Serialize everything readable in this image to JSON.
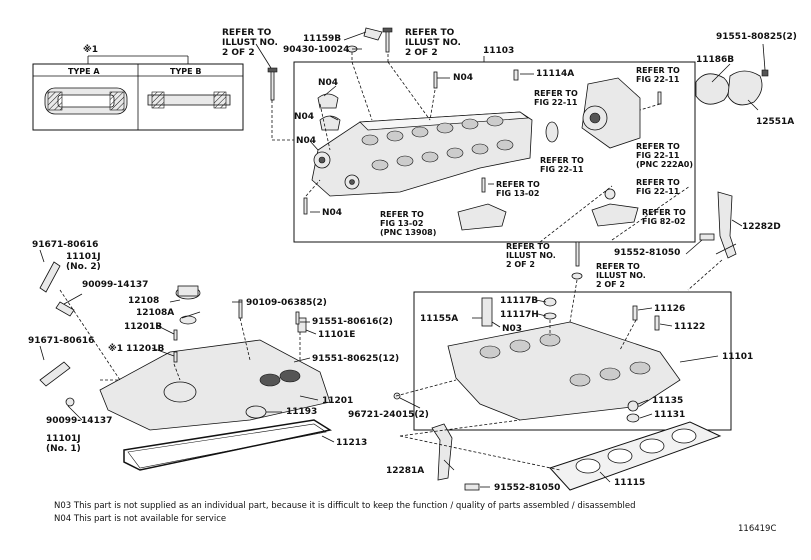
{
  "legend": {
    "marker": "※1",
    "type_a": "TYPE A",
    "type_b": "TYPE B"
  },
  "labels": {
    "refer_illust_top": "REFER TO\nILLUST NO.\n2 OF 2",
    "refer_illust_top2": "REFER TO\nILLUST NO.\n2 OF 2",
    "p11159b": "11159B",
    "p90430": "90430-10024",
    "p11103": "11103",
    "p91551_80825": "91551-80825(2)",
    "p11186b": "11186B",
    "p12551a": "12551A",
    "n04_a": "N04",
    "n04_b": "N04",
    "n04_c": "N04",
    "n04_d": "N04",
    "p11114a": "11114A",
    "refer_fig_2211_a": "REFER TO\nFIG 22-11",
    "refer_fig_2211_b": "REFER TO\nFIG 22-11",
    "refer_fig_2211_c": "REFER TO\nFIG 22-11",
    "refer_fig_2211_d": "REFER TO\nFIG 22-11\n(PNC 222A0)",
    "refer_fig_2211_e": "REFER TO\nFIG 22-11",
    "refer_fig_1302": "REFER TO\nFIG 13-02",
    "refer_fig_1302_pnc": "REFER TO\nFIG 13-02\n(PNC 13908)",
    "refer_fig_8202": "REFER TO\nFIG 82-02",
    "p12282d": "12282D",
    "p91552_81050_a": "91552-81050",
    "refer_illust_mid": "REFER TO\nILLUST NO.\n2 OF 2",
    "refer_illust_mid2": "REFER TO\nILLUST NO.\n2 OF 2",
    "p91671_80616_a": "91671-80616",
    "p11101j_2": "11101J\n(No. 2)",
    "p90099_14137_a": "90099-14137",
    "p12108": "12108",
    "p12108a": "12108A",
    "p11201b_a": "11201B",
    "p90109_06385": "90109-06385(2)",
    "p91551_80616": "91551-80616(2)",
    "p11101e": "11101E",
    "p91671_80616_b": "91671-80616",
    "p11201b_b": "※1 11201B",
    "p91551_80625": "91551-80625(12)",
    "p11201": "11201",
    "p11193": "11193",
    "p90099_14137_b": "90099-14137",
    "p11101j_1": "11101J\n(No. 1)",
    "p11213": "11213",
    "p11117b": "11117B",
    "p11117h": "11117H",
    "p11155a": "11155A",
    "n03": "N03",
    "p11126": "11126",
    "p11122": "11122",
    "p11101": "11101",
    "p96721": "96721-24015(2)",
    "p11135": "11135",
    "p11131": "11131",
    "p12281a": "12281A",
    "p91552_81050_b": "91552-81050",
    "p11115": "11115"
  },
  "notes": {
    "n03": "N03  This part is not supplied as an individual part, because it is difficult to keep the function / quality of parts  assembled / disassembled",
    "n04": "N04  This part is not available for service",
    "illust_no": "116419C"
  }
}
